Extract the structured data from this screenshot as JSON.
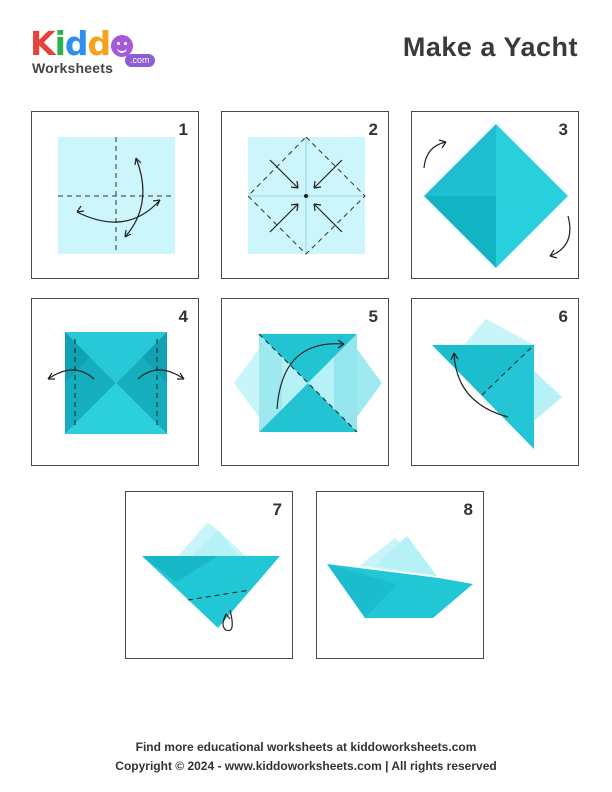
{
  "header": {
    "logo": {
      "top": "Kiddo",
      "bottom": "Worksheets",
      "badge": ".com"
    },
    "title": "Make a Yacht"
  },
  "steps": [
    {
      "number": "1"
    },
    {
      "number": "2"
    },
    {
      "number": "3"
    },
    {
      "number": "4"
    },
    {
      "number": "5"
    },
    {
      "number": "6"
    },
    {
      "number": "7"
    },
    {
      "number": "8"
    }
  ],
  "colors": {
    "paper_light": "#ccf6fb",
    "paper_teal": "#22c7d6",
    "paper_dark": "#12aebf",
    "paper_pale": "#b5f1f6",
    "border": "#4a4a4a",
    "logo_k": "#e5423b",
    "logo_i": "#27b24a",
    "logo_d1": "#2f8ff0",
    "logo_d2": "#f7a21b",
    "logo_o": "#a55bd8"
  },
  "footer": {
    "line1": "Find more educational worksheets at kiddoworksheets.com",
    "line2": "Copyright © 2024 - www.kiddoworksheets.com  |  All rights reserved"
  }
}
